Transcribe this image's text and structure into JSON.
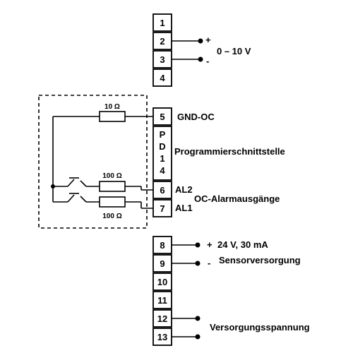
{
  "terminals": {
    "t1": "1",
    "t2": "2",
    "t3": "3",
    "t4": "4",
    "t5": "5",
    "pd": [
      "P",
      "D",
      "1",
      "4"
    ],
    "t6": "6",
    "t7": "7",
    "t8": "8",
    "t9": "9",
    "t10": "10",
    "t11": "11",
    "t12": "12",
    "t13": "13"
  },
  "labels": {
    "plus_top": "+",
    "minus_top": "-",
    "voltage_range": "0 – 10 V",
    "gnd_oc": "GND-OC",
    "programming_interface": "Programmierschnittstelle",
    "al2": "AL2",
    "al1": "AL1",
    "oc_alarm_outputs": "OC-Alarmausgänge",
    "plus_supply": "+",
    "supply_spec": "24 V, 30 mA",
    "minus_supply": "-",
    "sensor_supply": "Sensorversorgung",
    "power_supply": "Versorgungsspannung"
  },
  "resistors": {
    "r_gnd": "10 Ω",
    "r_al2": "100 Ω",
    "r_al1": "100 Ω"
  }
}
